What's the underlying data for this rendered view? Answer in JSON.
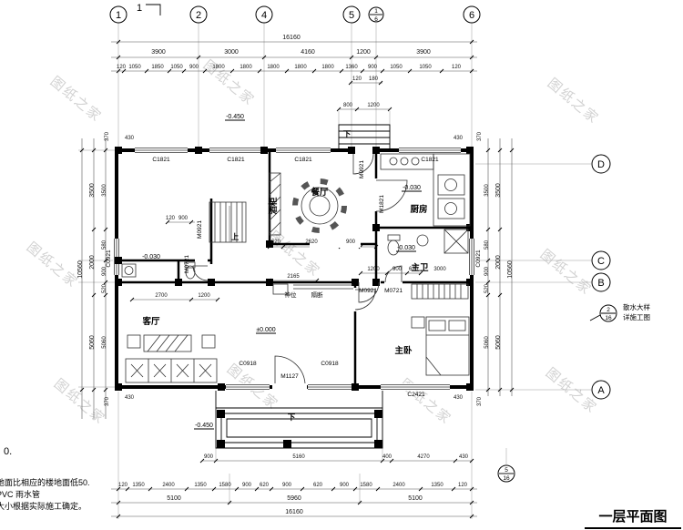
{
  "title": "一层平面图",
  "watermark": "图纸之家",
  "axes": {
    "top": [
      "1",
      "2",
      "4",
      "5",
      "6"
    ],
    "top_fraction": {
      "num": "1",
      "den": "6"
    },
    "right": [
      "D",
      "C",
      "B",
      "A"
    ],
    "right_fraction": {
      "num": "2",
      "den": "16"
    },
    "bottom_fraction": {
      "num": "5",
      "den": "16"
    },
    "section_mark": "1"
  },
  "dims": {
    "top": {
      "overall": "16160",
      "major": [
        "3900",
        "3000",
        "4160",
        "1200",
        "3900"
      ],
      "minor": [
        "120",
        "1050",
        "1850",
        "1050",
        "900",
        "1800",
        "1800",
        "1800",
        "1800",
        "1800",
        "1360",
        "900",
        "1050",
        "1050",
        "120"
      ],
      "sub": [
        "120",
        "180"
      ]
    },
    "bottom": {
      "overall": "16160",
      "major": [
        "5100",
        "5960",
        "5100"
      ],
      "minor": [
        "120",
        "1350",
        "2400",
        "1350",
        "1580",
        "900",
        "620",
        "900",
        "620",
        "900",
        "1580",
        "2400",
        "1350",
        "120"
      ]
    },
    "left": {
      "overall": "10560",
      "major": [
        "3500",
        "2000",
        "5060"
      ],
      "minor": [
        "3500",
        "580",
        "900",
        "520",
        "5060"
      ]
    },
    "right": {
      "overall": "10560",
      "major": [
        "3500",
        "2000",
        "5060"
      ],
      "minor": [
        "3500",
        "580",
        "900",
        "520",
        "5060"
      ]
    },
    "porch_top": [
      "800",
      "1200"
    ],
    "porch_bottom": [
      "900",
      "5160",
      "400",
      "4270",
      "430"
    ],
    "interior": {
      "wine_wall": [
        "620",
        "2620",
        "900"
      ],
      "shrine": "2165",
      "bath": [
        "1200",
        "900",
        "620"
      ],
      "bath_width": "3000",
      "wc": [
        "2700",
        "1200"
      ],
      "stair": [
        "120",
        "900"
      ]
    },
    "corner_small": [
      "370",
      "430"
    ]
  },
  "levels": {
    "porch_top": "-0.450",
    "porch_bottom": "-0.450",
    "kitchen": "-0.030",
    "bath": "-0.030",
    "wc": "-0.030",
    "living": "±0.000"
  },
  "rooms": {
    "living": "客厅",
    "dining": "餐厅",
    "kitchen": "厨房",
    "master_bedroom": "主卧",
    "master_bath": "主卫",
    "wine_cabinet": "酒柜",
    "shrine": "神位",
    "partition": "隔断"
  },
  "openings": {
    "c1821": "C1821",
    "c0921": "C0921",
    "c0918": "C0918",
    "c2421": "C2421",
    "m0921": "M0921",
    "m0721": "M0721",
    "m1821": "M1821",
    "m1127": "M1127"
  },
  "markers": {
    "up": "上",
    "down": "下"
  },
  "notes": {
    "splash_line1": "散水大样",
    "splash_line2": "详施工图",
    "left_cut": "0.",
    "left_lines": [
      "地面比相应的楼地面低50.",
      "PVC 雨水管",
      "大小根据实际施工确定。"
    ]
  }
}
